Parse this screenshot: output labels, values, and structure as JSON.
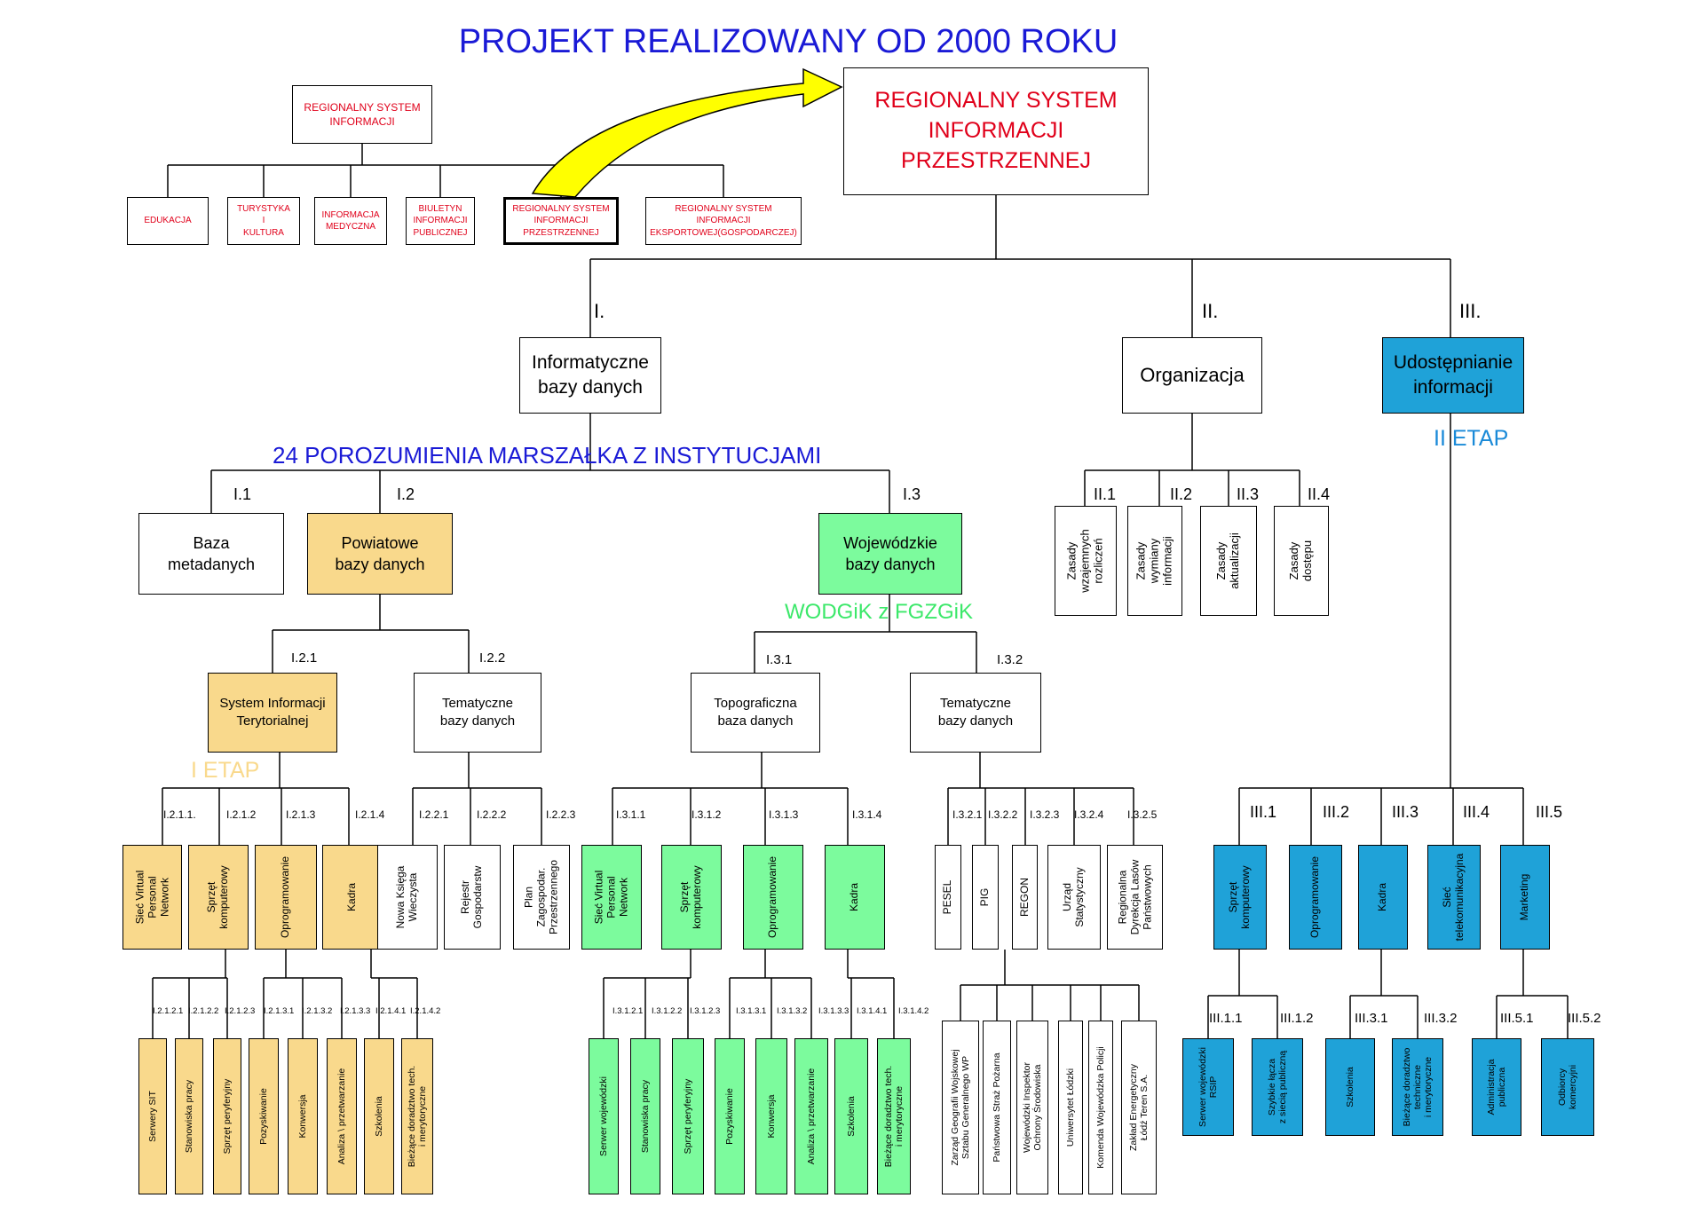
{
  "title": "PROJEKT REALIZOWANY OD 2000 ROKU",
  "subtitle_24": "24 POROZUMIENIA MARSZAŁKA Z INSTYTUCJAMI",
  "wodgik": "WODGiK z FGZGiK",
  "etap1": "I ETAP",
  "etap2": "II ETAP",
  "colors": {
    "title": "#1a1ad6",
    "red": "#e0001a",
    "yellow": "#f9d98c",
    "green": "#7cfb9d",
    "blue": "#1fa2d8",
    "etap1": "#f9d98c",
    "etap2": "#1a8ad8",
    "wodgik": "#3ce86a"
  },
  "top_small": {
    "root": "REGIONALNY SYSTEM\nINFORMACJI",
    "children": [
      "EDUKACJA",
      "TURYSTYKA\nI\nKULTURA",
      "INFORMACJA\nMEDYCZNA",
      "BIULETYN\nINFORMACJI\nPUBLICZNEJ",
      "REGIONALNY SYSTEM\nINFORMACJI\nPRZESTRZENNEJ",
      "REGIONALNY SYSTEM\nINFORMACJI\nEKSPORTOWEJ(GOSPODARCZEJ)"
    ]
  },
  "main_root": "REGIONALNY SYSTEM\nINFORMACJI\nPRZESTRZENNEJ",
  "branches": {
    "b1": {
      "num": "I.",
      "label": "Informatyczne\nbazy danych"
    },
    "b2": {
      "num": "II.",
      "label": "Organizacja"
    },
    "b3": {
      "num": "III.",
      "label": "Udostępnianie\ninformacji"
    }
  },
  "b1": {
    "i1": {
      "num": "I.1",
      "label": "Baza\nmetadanych"
    },
    "i2": {
      "num": "I.2",
      "label": "Powiatowe\nbazy danych"
    },
    "i3": {
      "num": "I.3",
      "label": "Wojewódzkie\nbazy danych"
    },
    "i21": {
      "num": "I.2.1",
      "label": "System Informacji\nTerytorialnej"
    },
    "i22": {
      "num": "I.2.2",
      "label": "Tematyczne\nbazy danych"
    },
    "i31": {
      "num": "I.3.1",
      "label": "Topograficzna\nbaza danych"
    },
    "i32": {
      "num": "I.3.2",
      "label": "Tematyczne\nbazy danych"
    },
    "i21_children": [
      {
        "num": "I.2.1.1.",
        "label": "Sieć Virtual\nPersonal\nNetwork"
      },
      {
        "num": "I.2.1.2",
        "label": "Sprzęt\nkomputerowy"
      },
      {
        "num": "I.2.1.3",
        "label": "Oprogramowanie"
      },
      {
        "num": "I.2.1.4",
        "label": "Kadra"
      }
    ],
    "i22_children": [
      {
        "num": "I.2.2.1",
        "label": "Nowa Księga\nWieczysta"
      },
      {
        "num": "I.2.2.2",
        "label": "Rejestr\nGospodarstw"
      },
      {
        "num": "I.2.2.3",
        "label": "Plan\nZagospodar.\nPrzestrzennego"
      }
    ],
    "i31_children": [
      {
        "num": "I.3.1.1",
        "label": "Sieć Virtual\nPersonal\nNetwork"
      },
      {
        "num": "I.3.1.2",
        "label": "Sprzęt\nkomputerowy"
      },
      {
        "num": "I.3.1.3",
        "label": "Oprogramowanie"
      },
      {
        "num": "I.3.1.4",
        "label": "Kadra"
      }
    ],
    "i32_children": [
      {
        "num": "I.3.2.1",
        "label": "PESEL"
      },
      {
        "num": "I.3.2.2",
        "label": "PIG"
      },
      {
        "num": "I.3.2.3",
        "label": "REGON"
      },
      {
        "num": "I.3.2.4",
        "label": "Urząd\nStatystyczny"
      },
      {
        "num": "I.3.2.5",
        "label": "Regionalna\nDyrekcja Lasów\nPaństwowych"
      }
    ],
    "yellow_leaves": [
      {
        "num": "I.2.1.2.1",
        "label": "Serwery SIT"
      },
      {
        "num": "I.2.1.2.2",
        "label": "Stanowiska pracy"
      },
      {
        "num": "I.2.1.2.3",
        "label": "Sprzęt peryferyjny"
      },
      {
        "num": "I.2.1.3.1",
        "label": "Pozyskiwanie"
      },
      {
        "num": "I.2.1.3.2",
        "label": "Konwersja"
      },
      {
        "num": "I.2.1.3.3",
        "label": "Analiza \\ przetwarzanie"
      },
      {
        "num": "I.2.1.4.1",
        "label": "Szkolenia"
      },
      {
        "num": "I.2.1.4.2",
        "label": "Bieżące doradztwo tech.\ni merytoryczne"
      }
    ],
    "green_leaves": [
      {
        "num": "I.3.1.2.1",
        "label": "Serwer wojewódzki"
      },
      {
        "num": "I.3.1.2.2",
        "label": "Stanowiska pracy"
      },
      {
        "num": "I.3.1.2.3",
        "label": "Sprzęt peryferyjny"
      },
      {
        "num": "I.3.1.3.1",
        "label": "Pozyskiwanie"
      },
      {
        "num": "I.3.1.3.2",
        "label": "Konwersja"
      },
      {
        "num": "I.3.1.3.3",
        "label": "Analiza \\ przetwarzanie"
      },
      {
        "num": "I.3.1.4.1",
        "label": "Szkolenia"
      },
      {
        "num": "I.3.1.4.2",
        "label": "Bieżące doradztwo tech.\ni merytoryczne"
      }
    ],
    "white_leaves": [
      "Zarząd Geografii Wojskowej\nSztabu Generalnego WP",
      "Państwowa Straż Pożarna",
      "Wojewódzki Inspektor\nOchrony Środowiska",
      "Uniwersytet Łódzki",
      "Komenda Wojewódzka Policji",
      "Zakład Energetyczny\nŁódź Teren S.A."
    ]
  },
  "b2": {
    "children": [
      {
        "num": "II.1",
        "label": "Zasady\nwzajemnych\nrozliczeń"
      },
      {
        "num": "II.2",
        "label": "Zasady\nwymiany\ninformacji"
      },
      {
        "num": "II.3",
        "label": "Zasady\naktualizacji"
      },
      {
        "num": "II.4",
        "label": "Zasady\ndostępu"
      }
    ]
  },
  "b3": {
    "children": [
      {
        "num": "III.1",
        "label": "Sprzęt\nkomputerowy"
      },
      {
        "num": "III.2",
        "label": "Oprogramowanie"
      },
      {
        "num": "III.3",
        "label": "Kadra"
      },
      {
        "num": "III.4",
        "label": "Sieć\ntelekomunikacyjna"
      },
      {
        "num": "III.5",
        "label": "Marketing"
      }
    ],
    "leaves": [
      {
        "num": "III.1.1",
        "label": "Serwer wojewódzki\nRSIP"
      },
      {
        "num": "III.1.2",
        "label": "Szybkie łącza\nz siecią publiczną"
      },
      {
        "num": "III.3.1",
        "label": "Szkolenia"
      },
      {
        "num": "III.3.2",
        "label": "Bieżące doradztwo\ntechniczne\ni merytoryczne"
      },
      {
        "num": "III.5.1",
        "label": "Administracja\npubliczna"
      },
      {
        "num": "III.5.2",
        "label": "Odbiorcy\nkomercyjni"
      }
    ]
  }
}
